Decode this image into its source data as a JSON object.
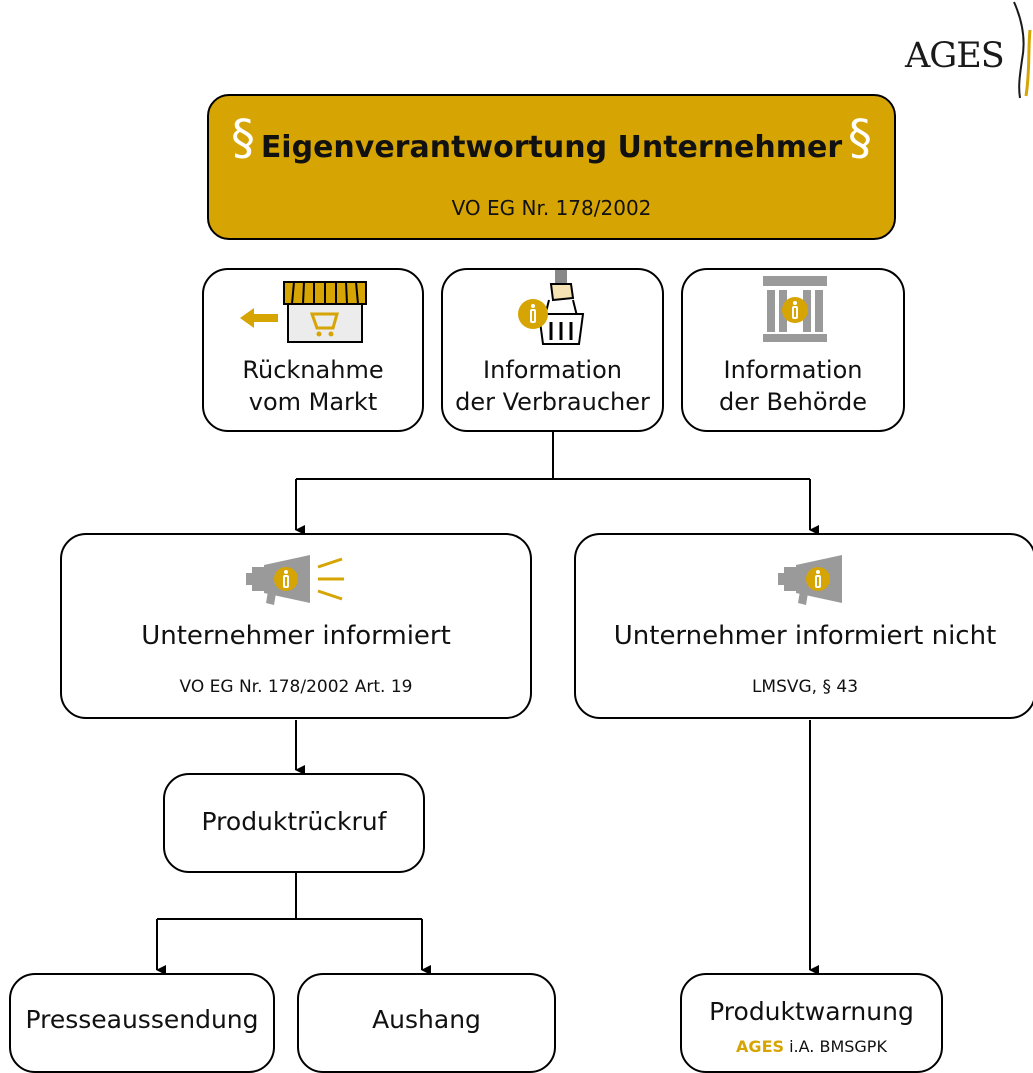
{
  "logo": {
    "text": "AGES"
  },
  "colors": {
    "accent": "#d6a503",
    "icon_gray": "#9a9a9a",
    "line": "#000000"
  },
  "top": {
    "symbol": "§",
    "title": "Eigenverantwortung Unternehmer",
    "subtitle": "VO EG Nr. 178/2002"
  },
  "actions": [
    {
      "line1": "Rücknahme",
      "line2": "vom Markt",
      "icon": "shop-return-icon"
    },
    {
      "line1": "Information",
      "line2": "der Verbraucher",
      "icon": "hand-basket-info-icon"
    },
    {
      "line1": "Information",
      "line2": "der Behörde",
      "icon": "authority-building-icon"
    }
  ],
  "informs": {
    "title": "Unternehmer informiert",
    "subtitle": "VO EG Nr. 178/2002 Art. 19",
    "icon": "megaphone-broadcast-icon"
  },
  "not_informs": {
    "title": "Unternehmer informiert nicht",
    "subtitle": "LMSVG, § 43",
    "icon": "megaphone-icon"
  },
  "recall": {
    "label": "Produktrückruf"
  },
  "press": {
    "label": "Presseaussendung"
  },
  "notice": {
    "label": "Aushang"
  },
  "warning": {
    "label": "Produktwarnung",
    "agency": "AGES",
    "rest": " i.A. BMSGPK"
  }
}
